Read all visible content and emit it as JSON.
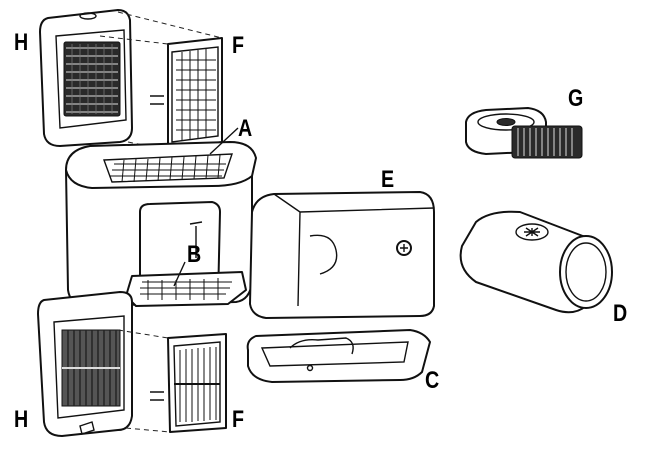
{
  "labels": {
    "A": "A",
    "B": "B",
    "C": "C",
    "D": "D",
    "E": "E",
    "F_top": "F",
    "F_bottom": "F",
    "G": "G",
    "H_top": "H",
    "H_bottom": "H"
  },
  "colors": {
    "line": "#111111",
    "fill": "#ffffff",
    "blade": "#2a2a2a"
  }
}
